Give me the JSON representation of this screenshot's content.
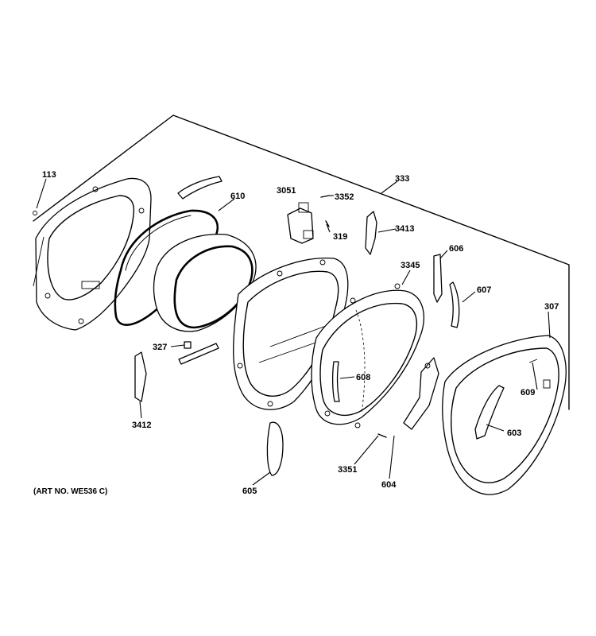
{
  "callouts": {
    "c113": "113",
    "c610": "610",
    "c3051": "3051",
    "c3352": "3352",
    "c333": "333",
    "c319": "319",
    "c3413": "3413",
    "c606": "606",
    "c3345": "3345",
    "c607": "607",
    "c307": "307",
    "c327": "327",
    "c608": "608",
    "c609": "609",
    "c3412": "3412",
    "c603": "603",
    "c3351": "3351",
    "c605": "605",
    "c604": "604"
  },
  "art_note": "(ART NO. WE536 C)"
}
